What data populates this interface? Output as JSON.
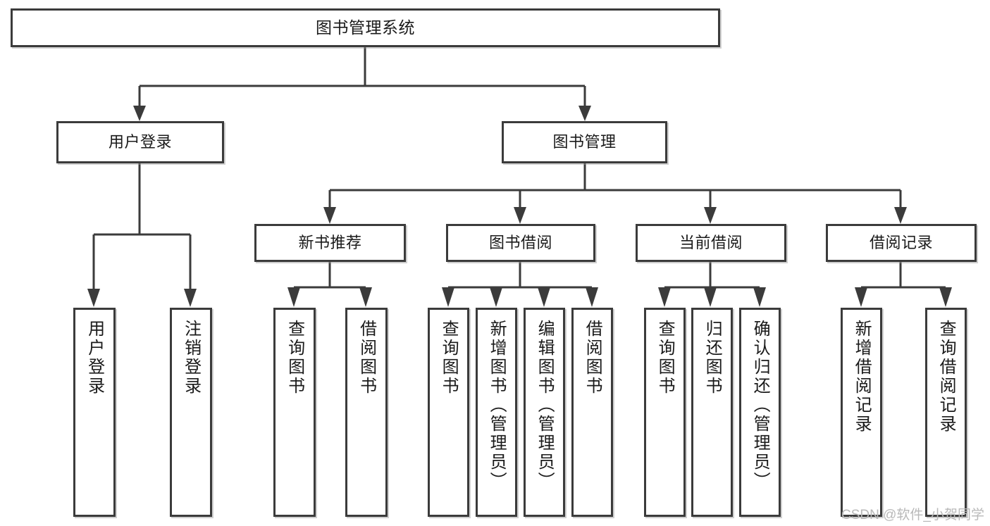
{
  "diagram": {
    "title": "图书管理系统",
    "type": "tree",
    "background_color": "#ffffff",
    "line_color": "#3b3b3b",
    "box_fill_color": "#ffffff",
    "text_color": "#1a1a1a"
  },
  "root": {
    "label": "图书管理系统"
  },
  "level1": [
    {
      "label": "用户登录"
    },
    {
      "label": "图书管理"
    }
  ],
  "level2": [
    {
      "label": "新书推荐"
    },
    {
      "label": "图书借阅"
    },
    {
      "label": "当前借阅"
    },
    {
      "label": "借阅记录"
    }
  ],
  "leaves": {
    "user_login": [
      {
        "label": "用户登录"
      },
      {
        "label": "注销登录"
      }
    ],
    "new_book_recommend": [
      {
        "label": "查询图书"
      },
      {
        "label": "借阅图书"
      }
    ],
    "book_borrow": [
      {
        "label": "查询图书"
      },
      {
        "label": "新增图书（管理员）"
      },
      {
        "label": "编辑图书（管理员）"
      },
      {
        "label": "借阅图书"
      }
    ],
    "current_borrow": [
      {
        "label": "查询图书"
      },
      {
        "label": "归还图书"
      },
      {
        "label": "确认归还（管理员）"
      }
    ],
    "borrow_record": [
      {
        "label": "新增借阅记录"
      },
      {
        "label": "查询借阅记录"
      }
    ]
  },
  "watermark": {
    "text": "CSDN @软件_小贺同学"
  }
}
